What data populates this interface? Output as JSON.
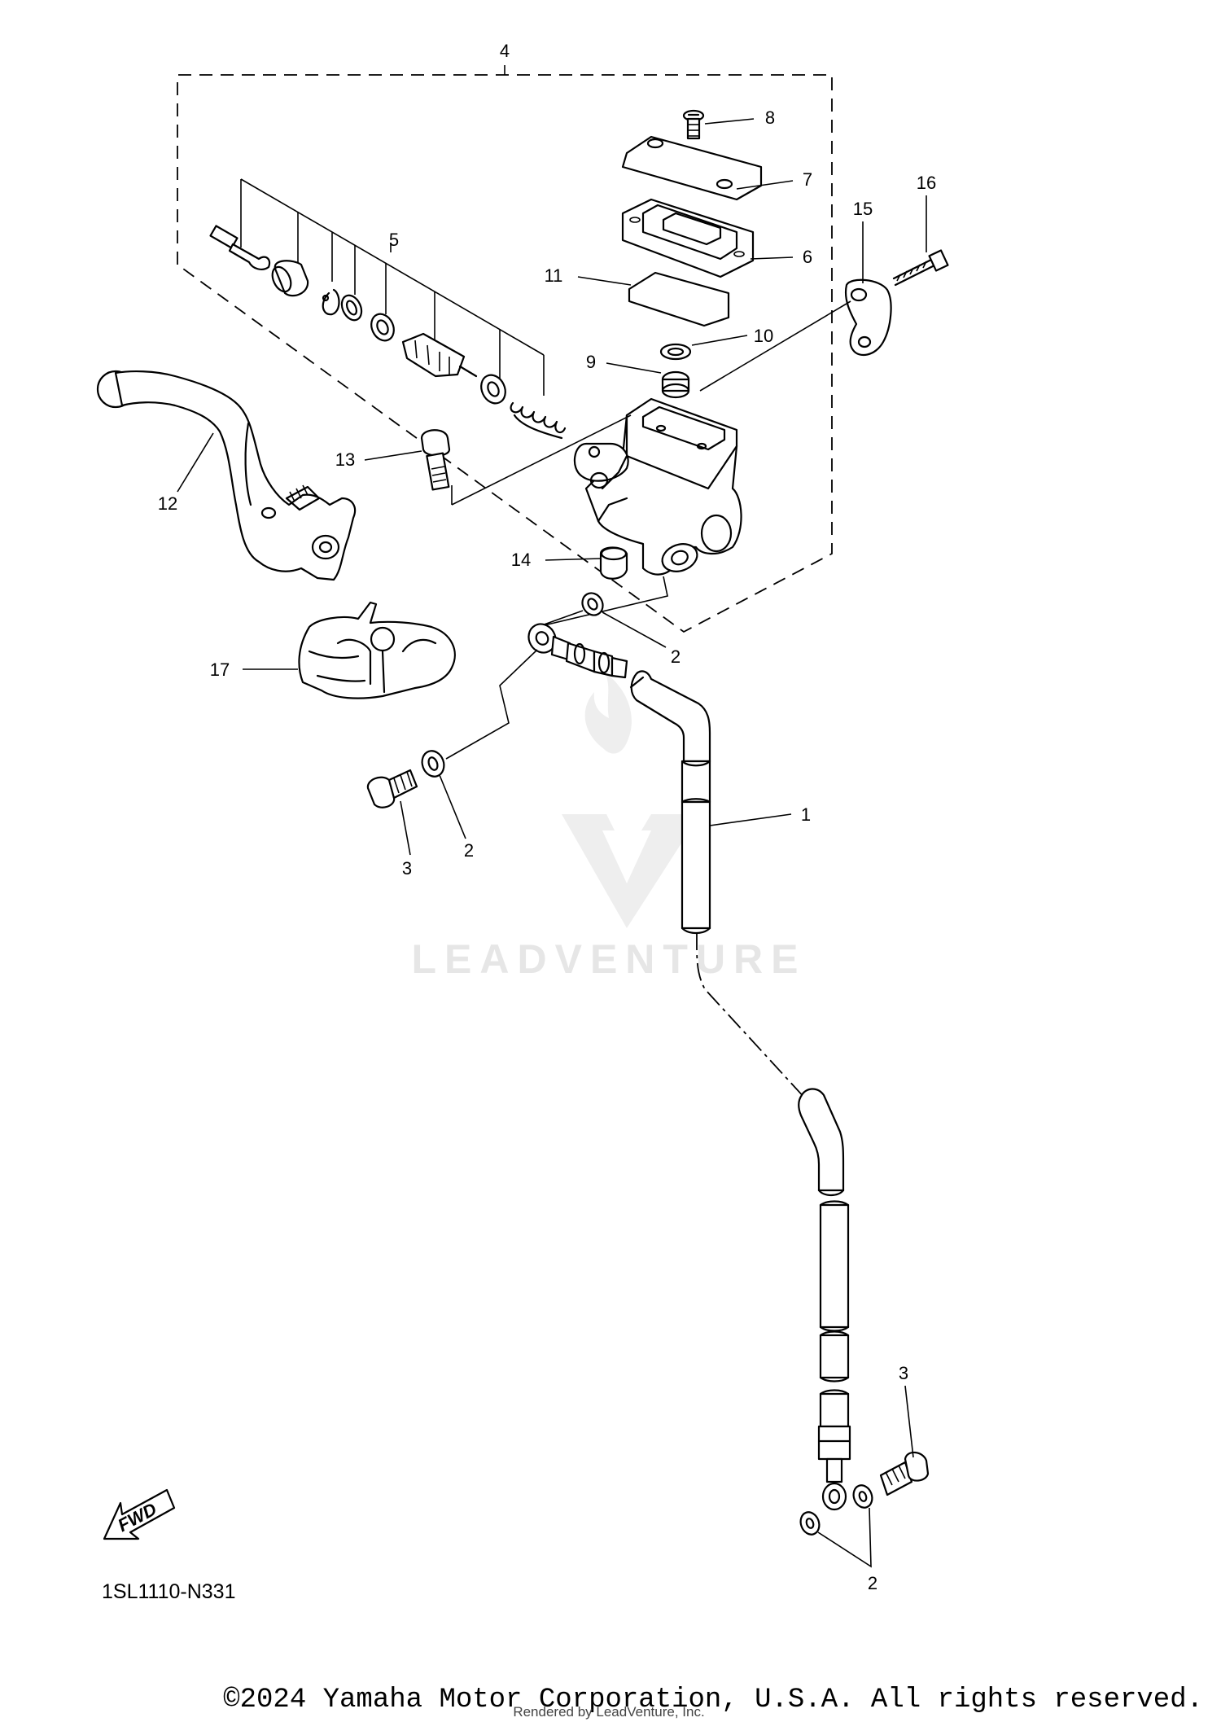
{
  "diagram_code": "1SL1110-N331",
  "fwd_label": "FWD",
  "watermark": "LEADVENTURE",
  "copyright": "©2024 Yamaha Motor Corporation, U.S.A. All rights reserved.",
  "rendered_by": "Rendered by LeadVenture, Inc.",
  "callouts": {
    "c4": "4",
    "c8": "8",
    "c7": "7",
    "c16": "16",
    "c15": "15",
    "c5": "5",
    "c6": "6",
    "c11": "11",
    "c10": "10",
    "c9": "9",
    "c13": "13",
    "c12": "12",
    "c14": "14",
    "c17": "17",
    "c2a": "2",
    "c1": "1",
    "c3a": "3",
    "c2b": "2",
    "c3b": "3",
    "c2c": "2"
  },
  "colors": {
    "ink": "#000000",
    "background": "#ffffff",
    "watermark": "#e6e6e6"
  }
}
